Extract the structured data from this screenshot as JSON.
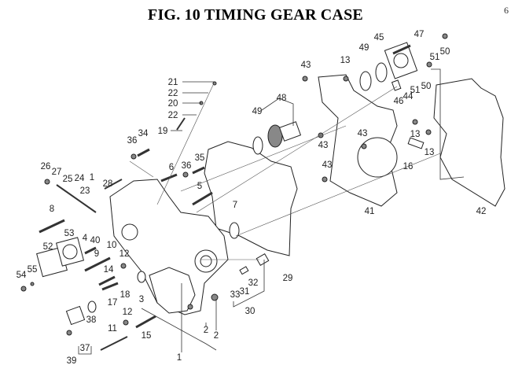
{
  "title": "FIG. 10  TIMING GEAR CASE",
  "page_number_fragment": "6",
  "part_labels": [
    "21",
    "22",
    "20",
    "22",
    "19",
    "36",
    "34",
    "26",
    "27",
    "25",
    "24",
    "1",
    "23",
    "28",
    "6",
    "36",
    "35",
    "5",
    "7",
    "8",
    "53",
    "4",
    "40",
    "52",
    "9",
    "10",
    "12",
    "14",
    "55",
    "54",
    "18",
    "3",
    "17",
    "38",
    "12",
    "11",
    "15",
    "37",
    "39",
    "2",
    "2",
    "1",
    "33",
    "31",
    "32",
    "30",
    "29",
    "41",
    "42",
    "47",
    "45",
    "49",
    "51",
    "50",
    "43",
    "13",
    "48",
    "49",
    "46",
    "44",
    "51",
    "50",
    "43",
    "43",
    "13",
    "13",
    "16",
    "43"
  ]
}
